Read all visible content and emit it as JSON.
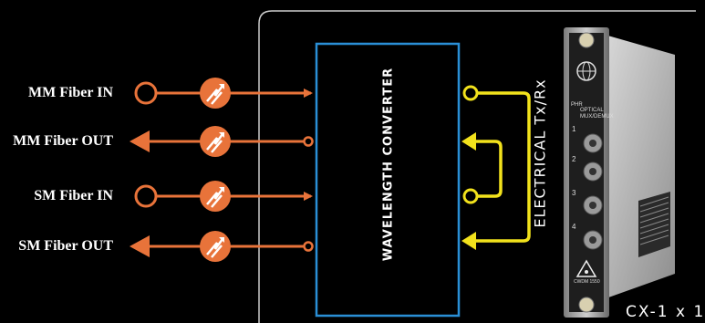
{
  "labels": {
    "mm_fiber_in": "MM Fiber IN",
    "mm_fiber_out": "MM Fiber OUT",
    "sm_fiber_in": "SM Fiber IN",
    "sm_fiber_out": "SM Fiber OUT"
  },
  "converter_label": "WAVELENGTH CONVERTER",
  "electrical_label": "ELECTRICAL Tx/Rx",
  "module": {
    "brand_text": "PHR",
    "caption": "OPTICAL MUX/DEMUX",
    "ports": [
      "1",
      "2",
      "3",
      "4"
    ],
    "bottom_text": "CWDM 1550",
    "model": "CX-1 x 1"
  },
  "icons": {
    "amplifier": "amplifier-icon",
    "laser_warning": "laser-warning-icon",
    "globe": "globe-logo-icon"
  },
  "colors": {
    "background": "#000000",
    "fiber": "#e8733a",
    "converter_border": "#2a8fd6",
    "electrical": "#f2e21c",
    "panel_border": "#cccccc"
  }
}
